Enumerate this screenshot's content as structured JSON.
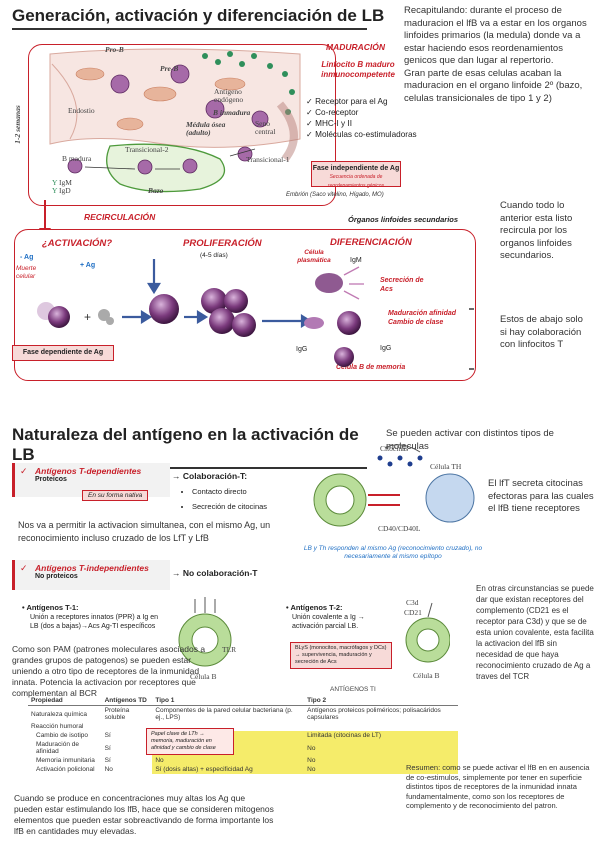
{
  "section1": {
    "title": "Generación, activación y diferenciación de LB",
    "maduracion": "MADURACIÓN",
    "linfocito_maduro": "Linfocito B maduro inmunocompetente",
    "checks": [
      "Receptor para el Ag",
      "Co-receptor",
      "MHC-I y II",
      "Moléculas co-estimuladoras"
    ],
    "fase_indep": "Fase independiente de Ag",
    "fase_indep_sub": "Secuencia ordenada de reordenamientos génicos",
    "embrion": "Embrión (Saco vitelino, Hígado, MO)",
    "fig_labels": {
      "pro_b": "Pro-B",
      "pre_b": "Pre-B",
      "b_inmadura": "B inmadura",
      "endostio": "Endostio",
      "antigeno_endogeno": "Antígeno endógeno",
      "medula_osea": "Médula ósea (adulto)",
      "seno_central": "Seno central",
      "semanas": "1-2 semanas",
      "b_madura": "B madura",
      "transicional2": "Transicional-2",
      "transicional1": "Transicional-1",
      "bazo": "Bazo",
      "igm": "IgM",
      "igd": "IgD"
    },
    "recirculacion": "RECIRCULACIÓN",
    "organos": "Órganos linfoides secundarios",
    "activacion": "¿ACTIVACIÓN?",
    "minus_ag": "- Ag",
    "plus_ag": "+ Ag",
    "muerte": "Muerte celular",
    "proliferacion": "PROLIFERACIÓN",
    "dias": "(4-5 días)",
    "diferenciacion": "DIFERENCIACIÓN",
    "celula_plasmatica": "Célula plasmática",
    "igm_label": "IgM",
    "secrecion": "Secreción de Acs",
    "maduracion_afinidad": "Maduración afinidad Cambio de clase",
    "igg1": "IgG",
    "igg2": "IgG",
    "celula_memoria": "Célula B de memoria",
    "fase_dep": "Fase dependiente de Ag"
  },
  "notes_right": {
    "recap": "Recapitulando: durante el proceso de maduracion el lfB va a estar en los organos linfoides primarios (la medula) donde va a estar haciendo esos reordenamientos genicos que dan lugar al repertorio.\nGran parte de esas celulas acaban la maduracion en el organo linfoide 2º (bazo, celulas transicionales de tipo 1 y 2)",
    "cuando_todo": "Cuando todo lo anterior esta listo recircula por los organos linfoides secundarios.",
    "estos_abajo": "Estos de abajo solo si hay colaboración con linfocitos T"
  },
  "section2": {
    "title": "Naturaleza del antígeno en la activación de LB",
    "note_tipos": "Se pueden activar con distintos tipos de moleculas",
    "td_title": "Antígenos T-dependientes",
    "td_sub": "Proteicos",
    "td_tag": "En su forma nativa",
    "colab": "→ Colaboración-T:",
    "colab_items": [
      "Contacto directo",
      "Secreción de citocinas"
    ],
    "nos_va": "Nos va a permitir la activacion simultanea, con el mismo Ag, un reconocimiento incluso cruzado de los LfT y LfB",
    "citocinas": "Citocinas",
    "th": "Célula TH",
    "cd40": "CD40/CD40L",
    "lb_th": "LB y Th responden al mismo Ag (reconocimiento cruzado), no necesariamente al mismo epítopo",
    "lft_note": "El lfT secreta citocinas efectoras para las cuales el lfB tiene receptores",
    "ti_title": "Antígenos T-independientes",
    "ti_sub": "No proteicos",
    "no_colab": "→ No colaboración-T",
    "t1_title": "Antígenos T-1:",
    "t1_text": "Unión a receptores innatos (PPR) a Ig en LB (dos a bajas)→Acs Ag-TI específicos",
    "t2_title": "Antígenos T-2:",
    "t2_text": "Unión covalente a Ig → activación parcial LB.",
    "tlr": "TLR",
    "celula_b1": "Célula B",
    "celula_b2": "Célula B",
    "blys": "BLyS (monocitos, macrófagos y DCs) → supervivencia, maduración y secreción de Acs",
    "c3d": "C3d",
    "cd21": "CD21",
    "complemento": "En otras circunstancias se puede dar que existan receptores del complemento (CD21 es el receptor para C3d) y que se de esta union covalente, esta facilita la activacion del lfB sin necesidad de que haya reconocimiento cruzado de Ag a traves del TCR",
    "pam": "Como son PAM (patrones moleculares asociados a grandes grupos de patogenos) se pueden estar uniendo a otro tipo de receptores de la inmunidad innata. Potencia la activacion por receptores que complementan al BCR",
    "popup": "Papel clave de LTh → memoria, maduración en afinidad y cambio de clase",
    "resumen": "Resumen: como se puede activar el lfB en en ausencia de co-estimulos, simplemente por tener en superficie distintos tipos de receptores de la inmunidad innata fundamentalmente, como son los receptores de complemento y de reconocimiento del patron.",
    "cuando": "Cuando se produce en concentraciones muy altas los Ag que pueden estar estimulando los lfB, hace que se consideren mitogenos elementos que pueden estar sobreactivando de forma importante los lfB en cantidades muy elevadas."
  },
  "table": {
    "super_header": "ANTÍGENOS TI",
    "headers": [
      "Propiedad",
      "Antígenos TD",
      "Tipo 1",
      "Tipo 2"
    ],
    "rows": [
      [
        "Naturaleza química",
        "Proteína soluble",
        "Componentes de la pared celular bacteriana (p. ej., LPS)",
        "Antígenos proteicos poliméricos; polisacáridos capsulares"
      ],
      [
        "Reacción humoral",
        "",
        "",
        ""
      ],
      [
        "Cambio de isotipo",
        "Sí",
        "No (IgM)",
        "Limitada (citocinas de LT)"
      ],
      [
        "Maduración de afinidad",
        "Sí",
        "No",
        "No"
      ],
      [
        "Memoria inmunitaria",
        "Sí",
        "No",
        "No"
      ],
      [
        "Activación policlonal",
        "No",
        "Sí (dosis altas) + especificidad Ag",
        "No"
      ]
    ]
  },
  "colors": {
    "red": "#c8202a",
    "blue": "#1f6fc4",
    "cell_purple": "#7b3a7d",
    "highlight": "#f5ec6a"
  }
}
